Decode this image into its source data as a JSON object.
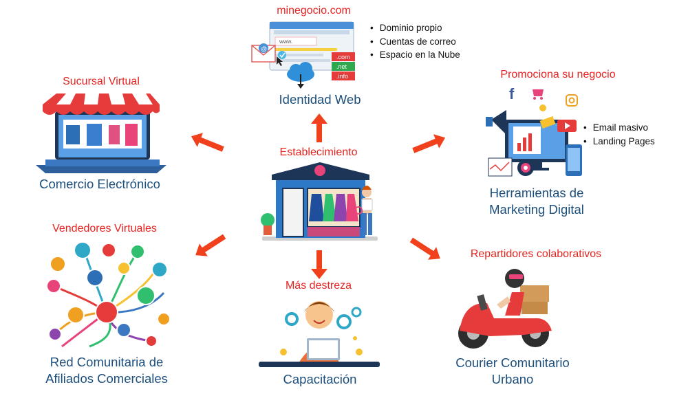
{
  "center": {
    "title": "Establecimiento"
  },
  "identidad": {
    "top_label": "minegocio.com",
    "bottom_label": "Identidad Web",
    "bullets": [
      "Dominio propio",
      "Cuentas de correo",
      "Espacio en la Nube"
    ],
    "www": "www.",
    "domains": [
      ".com",
      ".net",
      ".info"
    ]
  },
  "sucursal": {
    "top_label": "Sucursal Virtual",
    "bottom_label": "Comercio Electrónico"
  },
  "marketing": {
    "top_label": "Promociona su negocio",
    "bottom_line1": "Herramientas de",
    "bottom_line2": "Marketing Digital",
    "bullets": [
      "Email masivo",
      "Landing Pages"
    ]
  },
  "vendedores": {
    "top_label": "Vendedores Virtuales",
    "bottom_line1": "Red Comunitaria de",
    "bottom_line2": "Afiliados Comerciales"
  },
  "destreza": {
    "top_label": "Más destreza",
    "bottom_label": "Capacitación"
  },
  "repartidores": {
    "top_label": "Repartidores colaborativos",
    "bottom_line1": "Courier Comunitario",
    "bottom_line2": "Urbano"
  },
  "colors": {
    "red": "#e52420",
    "blue": "#1d4f7c",
    "arrow": "#f0401c"
  }
}
